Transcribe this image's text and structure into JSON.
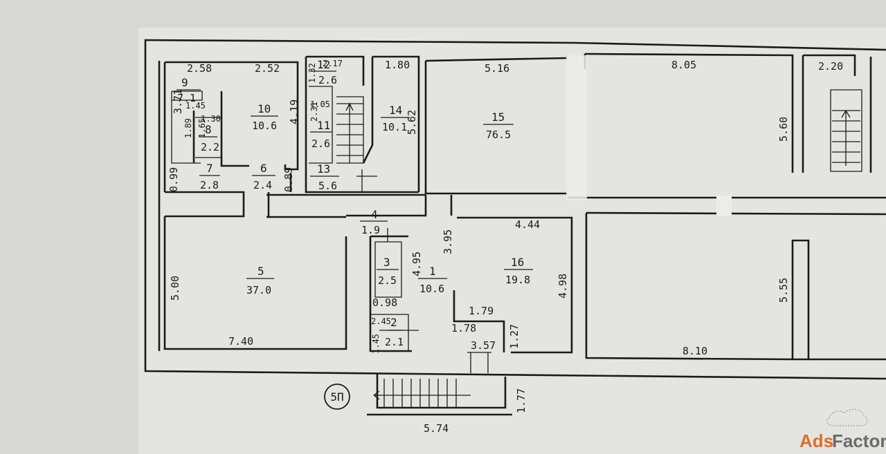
{
  "watermark": {
    "prefix": "Ads",
    "suffix": "Factory"
  },
  "section_mark": "5П",
  "rooms": [
    {
      "id": "9",
      "area": "7.1"
    },
    {
      "id": "10",
      "area": "10.6"
    },
    {
      "id": "8",
      "area": "2.2"
    },
    {
      "id": "7",
      "area": "2.8"
    },
    {
      "id": "6",
      "area": "2.4"
    },
    {
      "id": "12",
      "area": "2.6"
    },
    {
      "id": "11",
      "area": "2.6"
    },
    {
      "id": "13",
      "area": "5.6"
    },
    {
      "id": "14",
      "area": "10.1"
    },
    {
      "id": "15",
      "area": "76.5"
    },
    {
      "id": "4",
      "area": "1.9"
    },
    {
      "id": "5",
      "area": "37.0"
    },
    {
      "id": "3",
      "area": "2.5"
    },
    {
      "id": "2",
      "area": "2.1"
    },
    {
      "id": "1",
      "area": "10.6"
    },
    {
      "id": "16",
      "area": "19.8"
    }
  ],
  "dimensions": {
    "d258": "2.58",
    "d252": "2.52",
    "d217": "2.17",
    "d132": "1.32",
    "d180": "1.80",
    "d516": "5.16",
    "d805": "8.05",
    "d220": "2.20",
    "d371": "3.71",
    "d145a": "1.45",
    "d130": "1.30",
    "d105": "1.05",
    "d419": "4.19",
    "d562": "5.62",
    "d560": "5.60",
    "d189": "1.89",
    "d165": "1.65",
    "d231": "2.31",
    "d099": "0.99",
    "d089": "0.89",
    "d395": "3.95",
    "d444": "4.44",
    "d495": "4.95",
    "d500": "5.00",
    "d498": "4.98",
    "d555": "5.55",
    "d098": "0.98",
    "d179": "1.79",
    "d245": "2.45",
    "d145b": "1.45",
    "d178": "1.78",
    "d127": "1.27",
    "d740": "7.40",
    "d357": "3.57",
    "d810": "8.10",
    "d177": "1.77",
    "d574": "5.74"
  }
}
